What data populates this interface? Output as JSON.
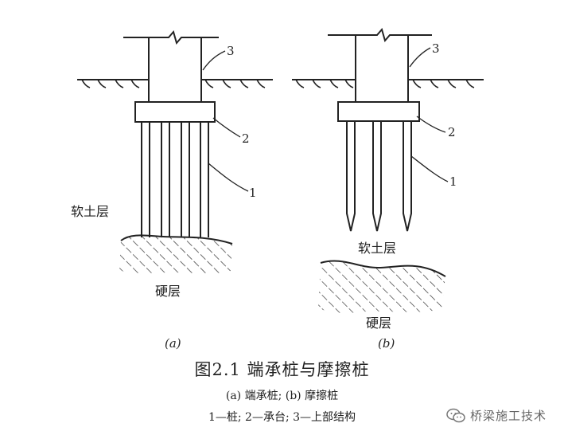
{
  "diagram": {
    "left": {
      "labels": {
        "pile": "1",
        "cap": "2",
        "superstructure": "3"
      },
      "soft_layer": "软土层",
      "hard_layer": "硬层",
      "panel_label": "(a)"
    },
    "right": {
      "labels": {
        "pile": "1",
        "cap": "2",
        "superstructure": "3"
      },
      "soft_layer": "软土层",
      "hard_layer": "硬层",
      "panel_label": "(b)"
    }
  },
  "caption": {
    "title": "图2.1  端承桩与摩擦桩",
    "legend_ab": "(a)  端承桩;  (b)  摩擦桩",
    "legend_parts": "1—桩;  2—承台;  3—上部结构"
  },
  "watermark": {
    "text": "桥梁施工技术",
    "icon": "wechat-icon"
  }
}
